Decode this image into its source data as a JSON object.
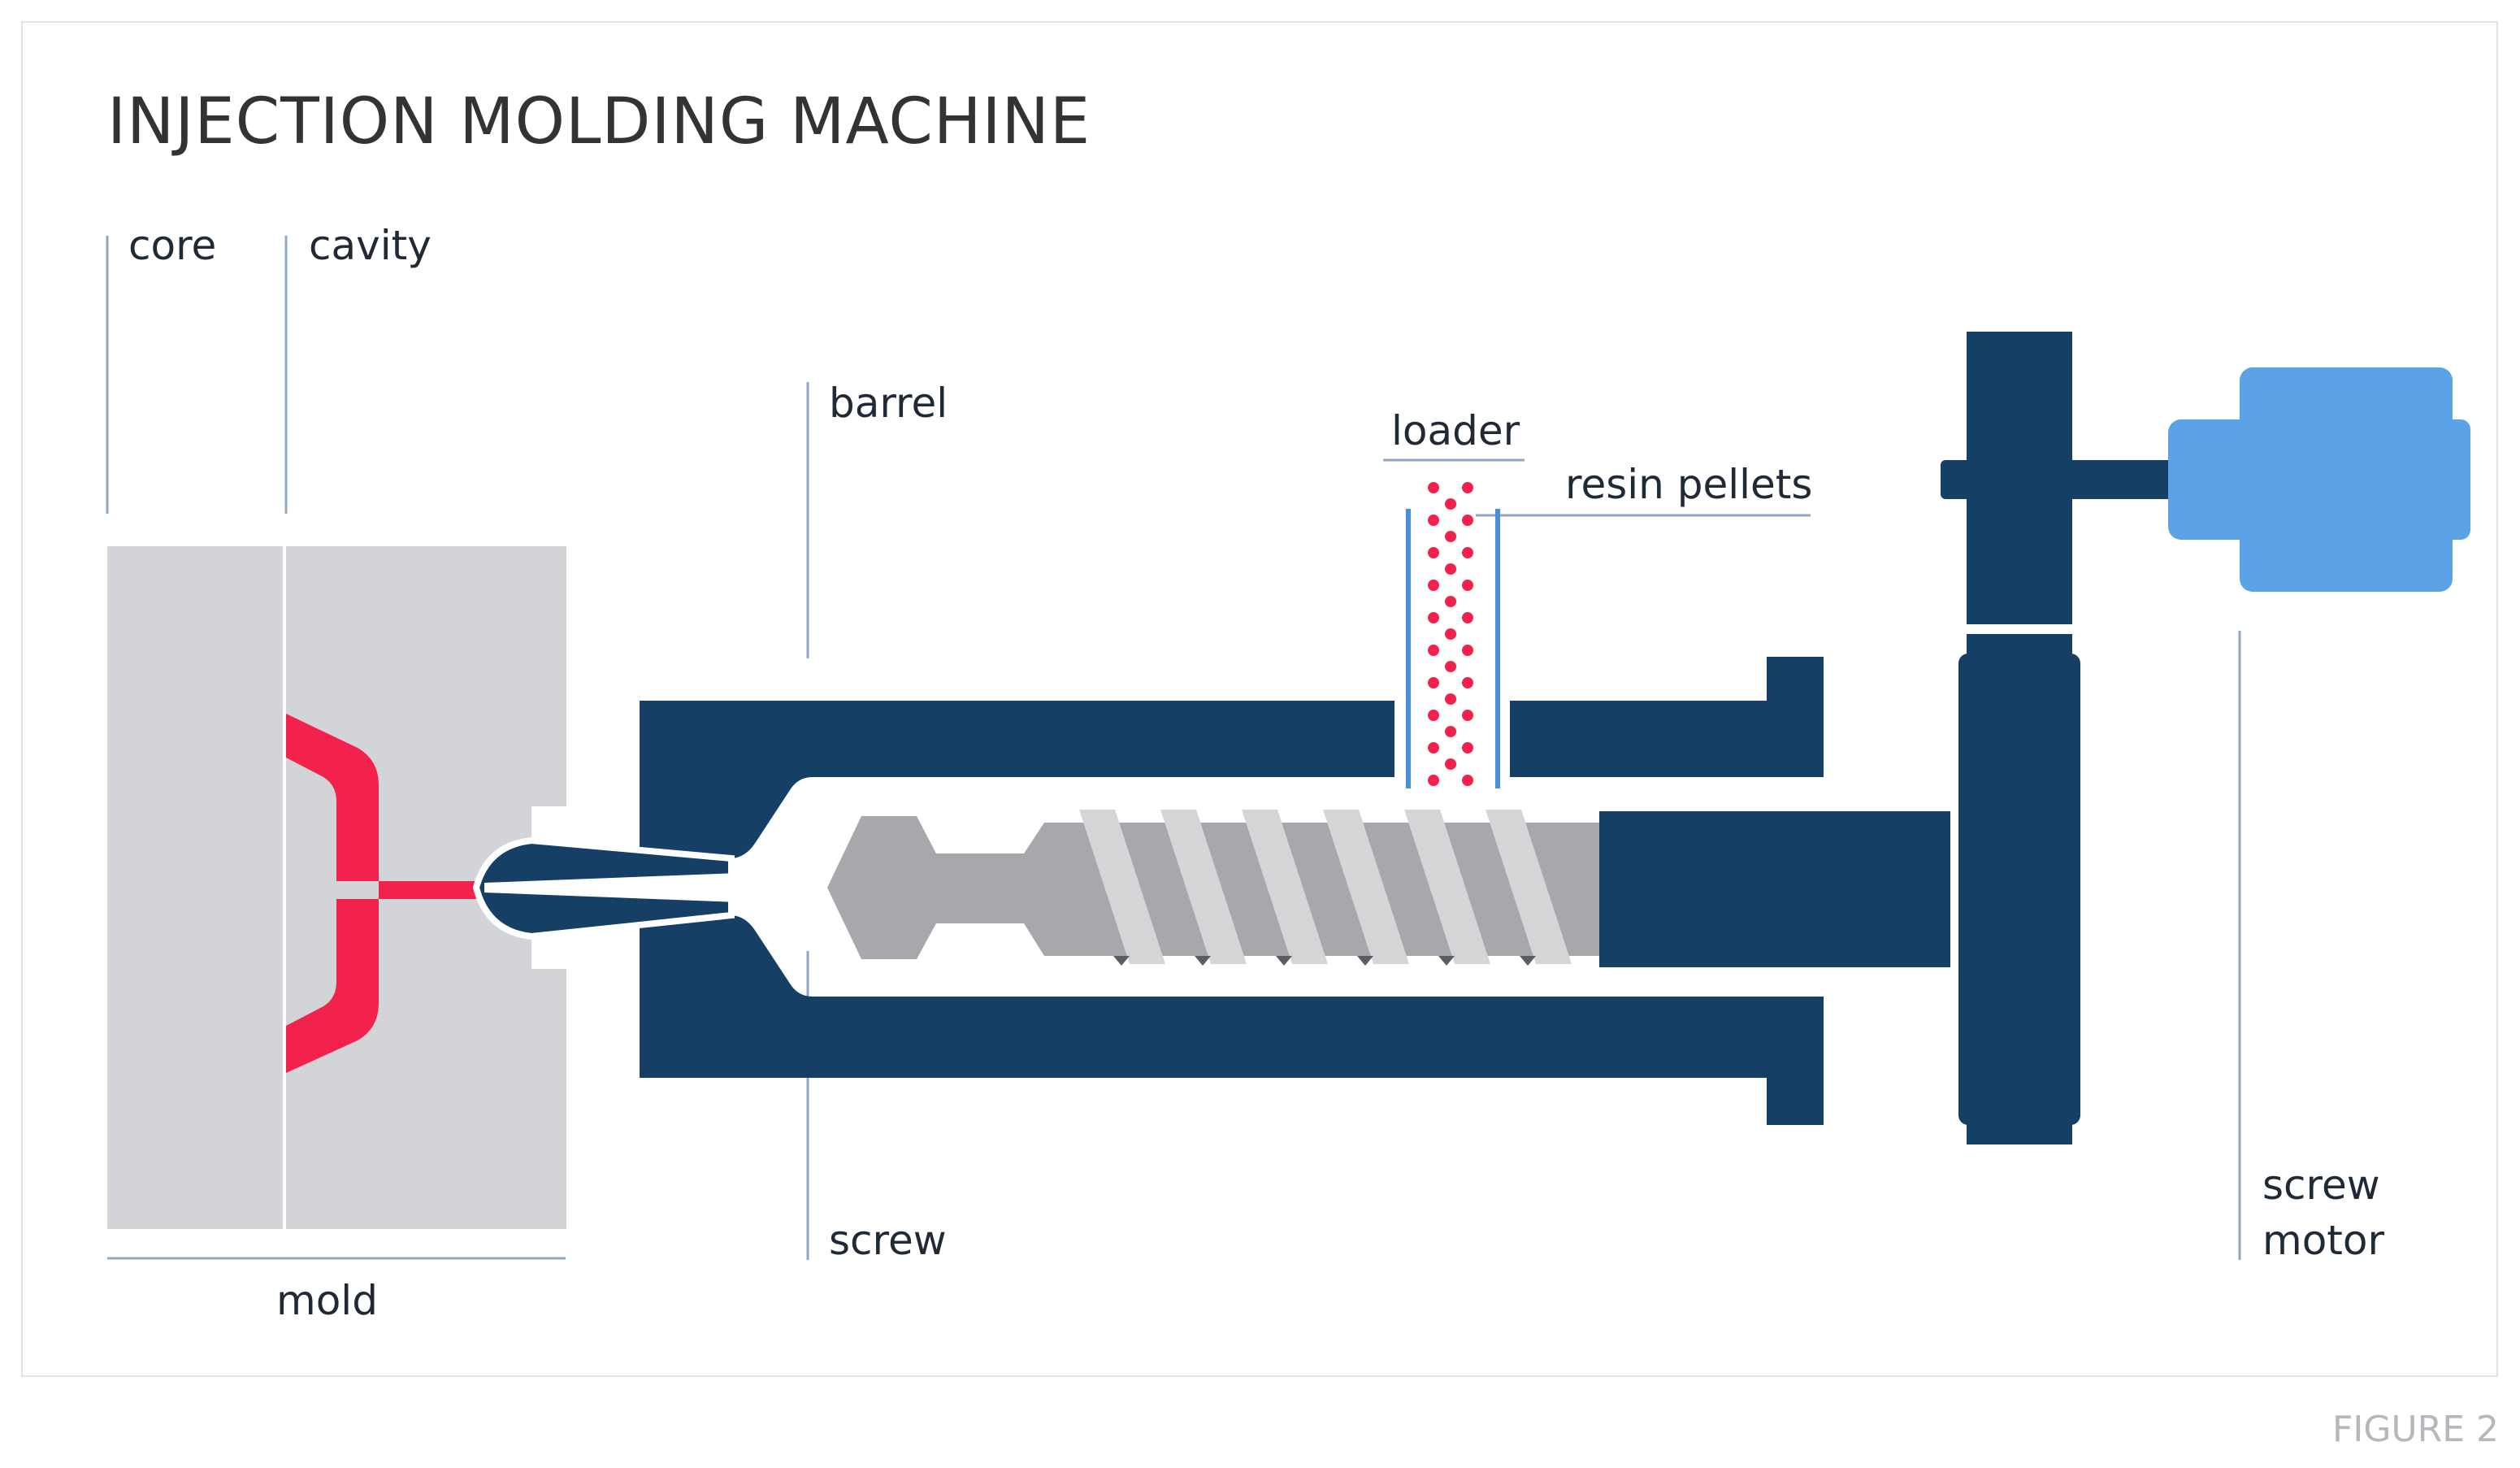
{
  "title": "INJECTION MOLDING MACHINE",
  "figure_label": "FIGURE 2",
  "labels": {
    "core": "core",
    "cavity": "cavity",
    "barrel": "barrel",
    "loader": "loader",
    "resin_pellets": "resin pellets",
    "screw": "screw",
    "mold": "mold",
    "screw_motor_line1": "screw",
    "screw_motor_line2": "motor"
  },
  "colors": {
    "barrel": "#163f66",
    "mold": "#d3d4d7",
    "molded_part": "#f2224d",
    "screw_body": "#a6a8ab",
    "screw_flight": "#d4d5d7",
    "motor": "#5ba3e6",
    "pellets": "#f2224d",
    "leader_line": "#8fa7c3",
    "loader_walls": "#4a90d9"
  }
}
